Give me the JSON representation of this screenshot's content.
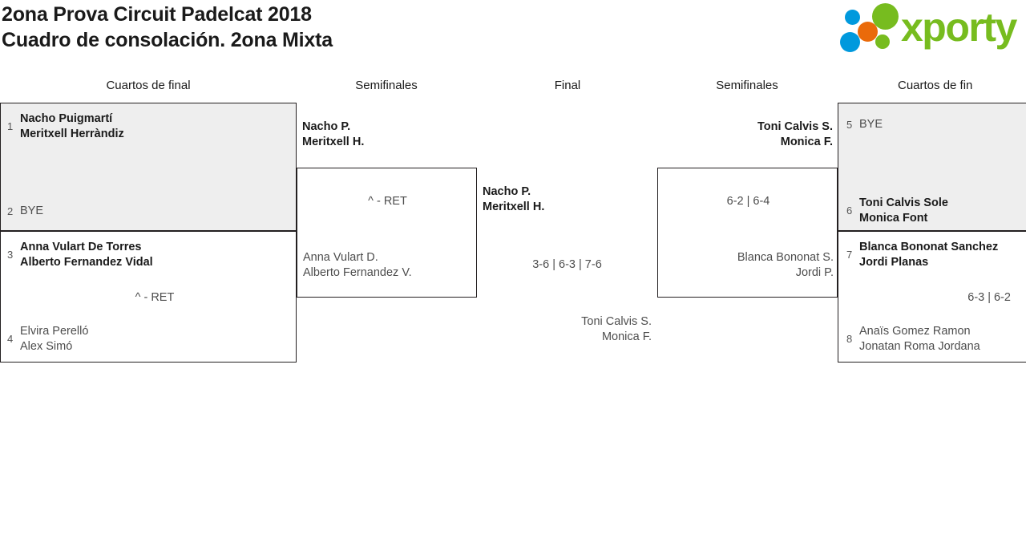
{
  "header": {
    "title_line1": "2ona Prova Circuit Padelcat 2018",
    "title_line2": "Cuadro de consolación. 2ona Mixta",
    "logo_text": "xporty",
    "logo_colors": {
      "green": "#77bc1f",
      "blue": "#0099dd",
      "orange": "#ea6a0a"
    }
  },
  "rounds": [
    {
      "label": "Cuartos de final"
    },
    {
      "label": "Semifinales"
    },
    {
      "label": "Final"
    },
    {
      "label": "Semifinales"
    },
    {
      "label": "Cuartos de fin"
    }
  ],
  "bracket": {
    "left_quarterfinals": [
      {
        "shaded": true,
        "top": {
          "seed": "1",
          "line1": "Nacho Puigmartí",
          "line2": "Meritxell Herràndiz",
          "result": "winner"
        },
        "bottom": {
          "seed": "2",
          "line1": "BYE",
          "line2": "",
          "result": "loser"
        },
        "score": ""
      },
      {
        "shaded": false,
        "top": {
          "seed": "3",
          "line1": "Anna Vulart De Torres",
          "line2": "Alberto Fernandez Vidal",
          "result": "winner"
        },
        "bottom": {
          "seed": "4",
          "line1": "Elvira Perelló",
          "line2": "Alex Simó",
          "result": "loser"
        },
        "score": "^ - RET"
      }
    ],
    "left_semifinal": {
      "top": {
        "line1": "Nacho P.",
        "line2": "Meritxell H.",
        "result": "winner"
      },
      "bottom": {
        "line1": "Anna Vulart D.",
        "line2": "Alberto Fernandez V.",
        "result": "loser"
      },
      "score": "^ - RET"
    },
    "final": {
      "top": {
        "line1": "Nacho P.",
        "line2": "Meritxell H.",
        "result": "winner"
      },
      "bottom": {
        "line1": "Toni Calvis S.",
        "line2": "Monica F.",
        "result": "loser"
      },
      "score": "3-6 | 6-3 | 7-6"
    },
    "right_semifinal": {
      "top": {
        "line1": "Toni Calvis S.",
        "line2": "Monica F.",
        "result": "winner"
      },
      "bottom": {
        "line1": "Blanca Bononat S.",
        "line2": "Jordi P.",
        "result": "loser"
      },
      "score": "6-2 | 6-4"
    },
    "right_quarterfinals": [
      {
        "shaded": true,
        "top": {
          "seed": "5",
          "line1": "BYE",
          "line2": "",
          "result": "loser"
        },
        "bottom": {
          "seed": "6",
          "line1": "Toni Calvis Sole",
          "line2": "Monica Font",
          "result": "winner"
        },
        "score": ""
      },
      {
        "shaded": false,
        "top": {
          "seed": "7",
          "line1": "Blanca Bononat Sanchez",
          "line2": "Jordi Planas",
          "result": "winner"
        },
        "bottom": {
          "seed": "8",
          "line1": "Anaïs Gomez Ramon",
          "line2": "Jonatan Roma Jordana",
          "result": "loser"
        },
        "score": "6-3 | 6-2"
      }
    ]
  }
}
